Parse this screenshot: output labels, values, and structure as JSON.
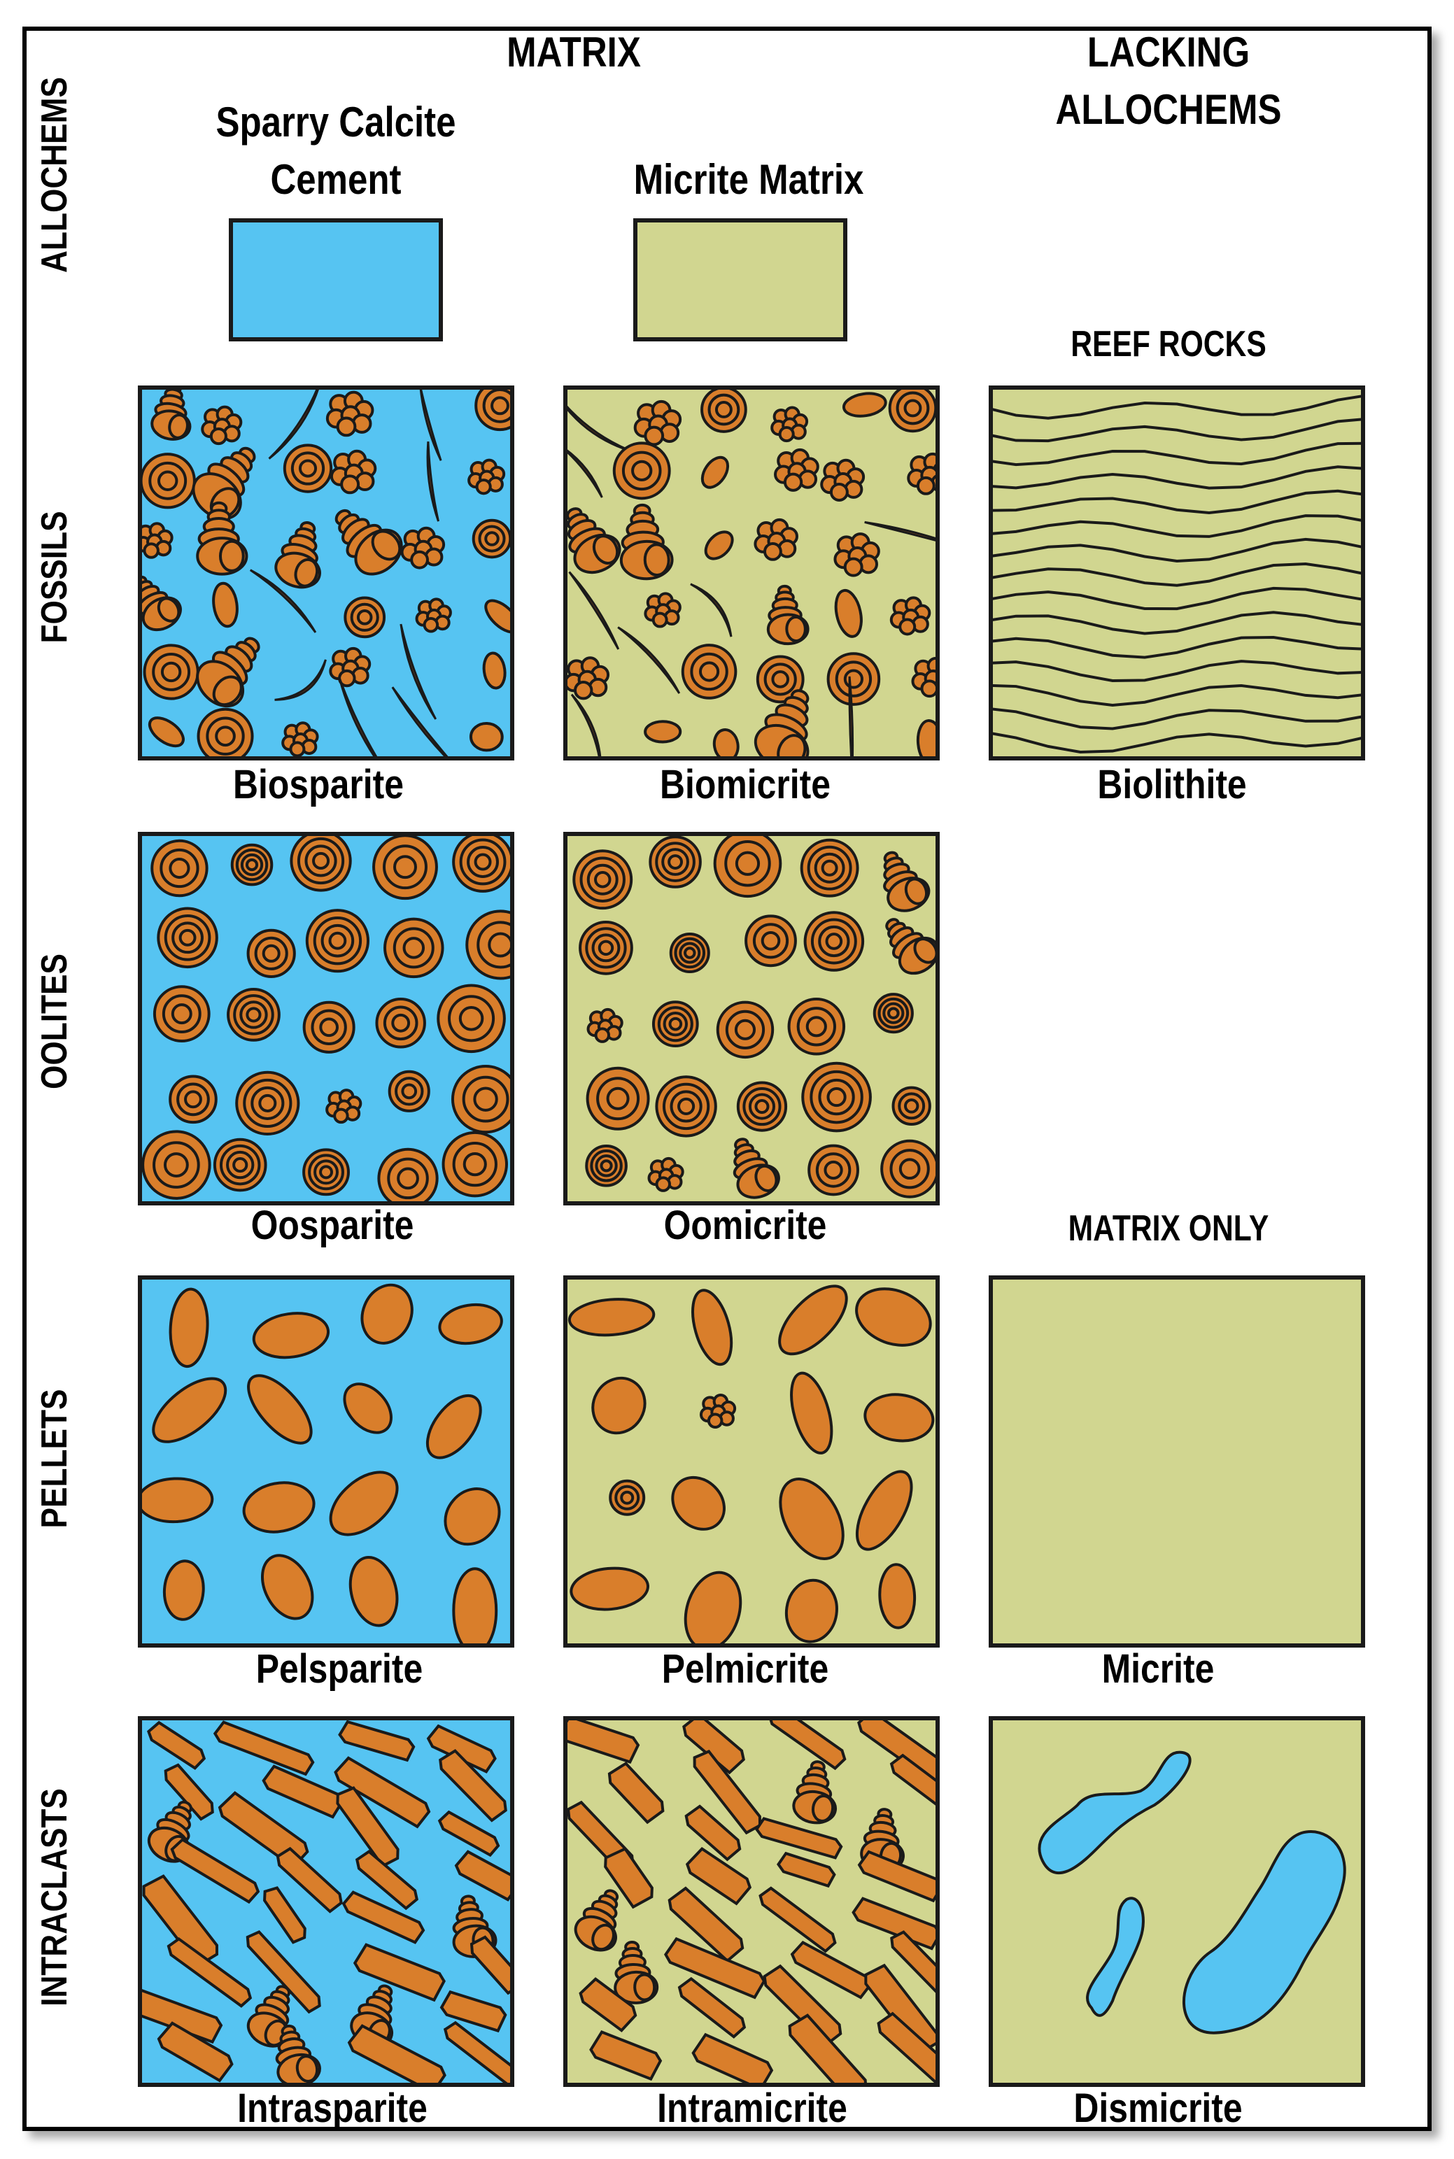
{
  "header": {
    "matrix": "MATRIX",
    "lacking_allochems": [
      "LACKING",
      "ALLOCHEMS"
    ],
    "allochems_axis": "ALLOCHEMS"
  },
  "legend": {
    "sparry": [
      "Sparry Calcite",
      "Cement"
    ],
    "micrite": "Micrite Matrix"
  },
  "row_labels": [
    "FOSSILS",
    "OOLITES",
    "PELLETS",
    "INTRACLASTS"
  ],
  "section_labels": {
    "reef_rocks": "REEF ROCKS",
    "matrix_only": "MATRIX ONLY"
  },
  "rock_names": {
    "biosparite": "Biosparite",
    "biomicrite": "Biomicrite",
    "biolithite": "Biolithite",
    "oosparite": "Oosparite",
    "oomicrite": "Oomicrite",
    "pelsparite": "Pelsparite",
    "pelmicrite": "Pelmicrite",
    "micrite": "Micrite",
    "intrasparite": "Intrasparite",
    "intramicrite": "Intramicrite",
    "dismicrite": "Dismicrite"
  },
  "colors": {
    "sparry_blue": "#56c4f2",
    "micrite_green": "#d1d690",
    "grain_orange": "#d97e2b",
    "outline": "#1a1a1a"
  }
}
